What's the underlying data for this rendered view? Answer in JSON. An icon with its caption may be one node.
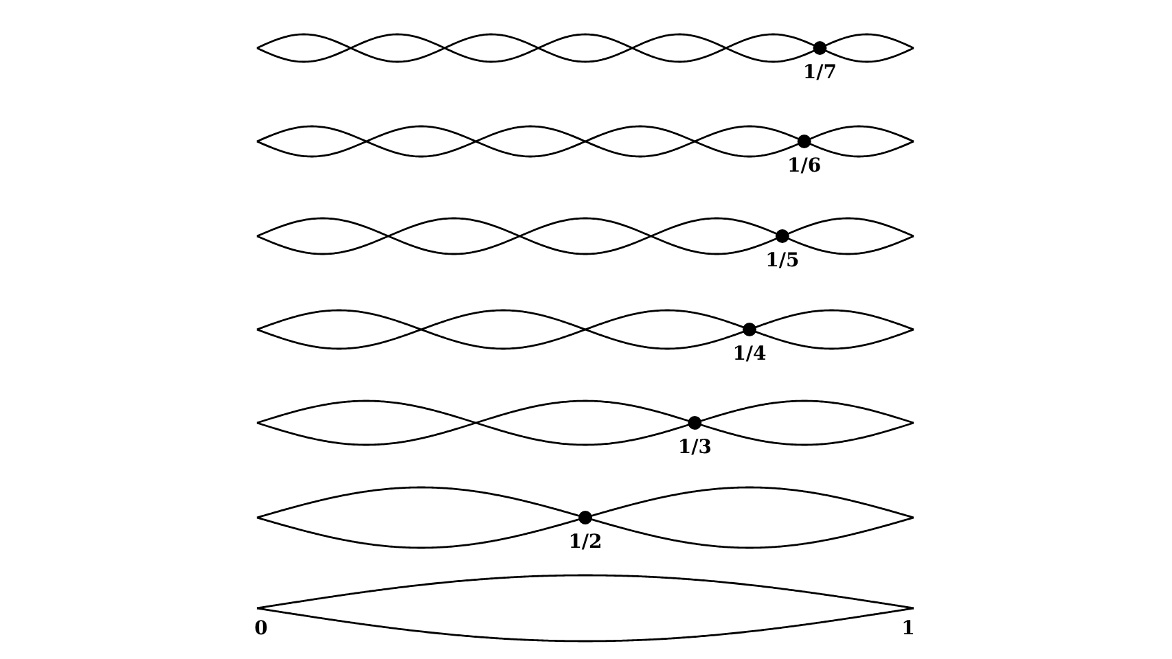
{
  "diagram": {
    "labels": [
      "1/7",
      "1/6",
      "1/5",
      "1/4",
      "1/3",
      "1/2",
      "0",
      "1"
    ]
  }
}
